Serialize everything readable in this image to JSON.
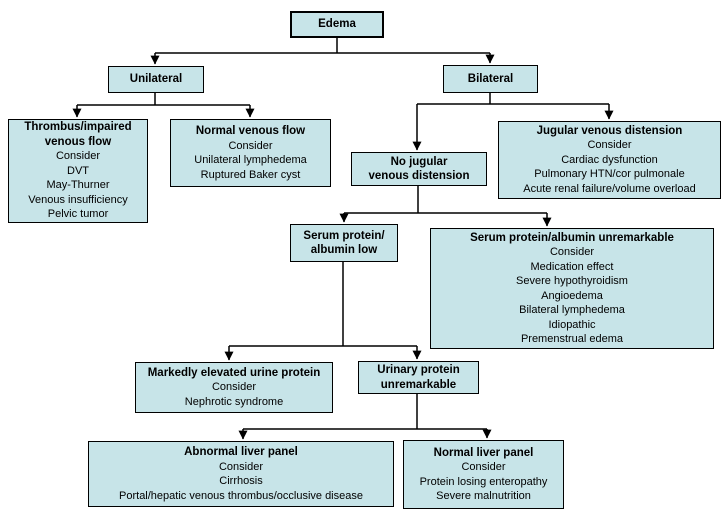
{
  "diagram": {
    "colors": {
      "box_fill": "#c7e4e8",
      "box_border": "#000000",
      "connector": "#000000"
    },
    "nodes": [
      {
        "id": "edema",
        "title": "Edema",
        "lines": []
      },
      {
        "id": "unilateral",
        "title": "Unilateral",
        "lines": []
      },
      {
        "id": "bilateral",
        "title": "Bilateral",
        "lines": []
      },
      {
        "id": "thrombus-impaired-venous-flow",
        "title": "Thrombus/impaired\nvenous flow",
        "lines": [
          "Consider",
          "DVT",
          "May-Thurner",
          "Venous insufficiency",
          "Pelvic tumor"
        ]
      },
      {
        "id": "normal-venous-flow",
        "title": "Normal venous flow",
        "lines": [
          "Consider",
          "Unilateral lymphedema",
          "Ruptured Baker cyst"
        ]
      },
      {
        "id": "no-jugular-venous-distension",
        "title": "No jugular\nvenous distension",
        "lines": []
      },
      {
        "id": "jugular-venous-distension",
        "title": "Jugular venous distension",
        "lines": [
          "Consider",
          "Cardiac dysfunction",
          "Pulmonary HTN/cor pulmonale",
          "Acute renal failure/volume overload"
        ]
      },
      {
        "id": "serum-protein-albumin-low",
        "title": "Serum protein/\nalbumin low",
        "lines": []
      },
      {
        "id": "serum-protein-albumin-unremarkable",
        "title": "Serum protein/albumin unremarkable",
        "lines": [
          "Consider",
          "Medication effect",
          "Severe hypothyroidism",
          "Angioedema",
          "Bilateral lymphedema",
          "Idiopathic",
          "Premenstrual edema"
        ]
      },
      {
        "id": "markedly-elevated-urine-protein",
        "title": "Markedly elevated urine protein",
        "lines": [
          "Consider",
          "Nephrotic syndrome"
        ]
      },
      {
        "id": "urinary-protein-unremarkable",
        "title": "Urinary protein\nunremarkable",
        "lines": []
      },
      {
        "id": "abnormal-liver-panel",
        "title": "Abnormal liver panel",
        "lines": [
          "Consider",
          "Cirrhosis",
          "Portal/hepatic venous thrombus/occlusive disease"
        ]
      },
      {
        "id": "normal-liver-panel",
        "title": "Normal liver panel",
        "lines": [
          "Consider",
          "Protein losing enteropathy",
          "Severe malnutrition"
        ]
      }
    ]
  }
}
